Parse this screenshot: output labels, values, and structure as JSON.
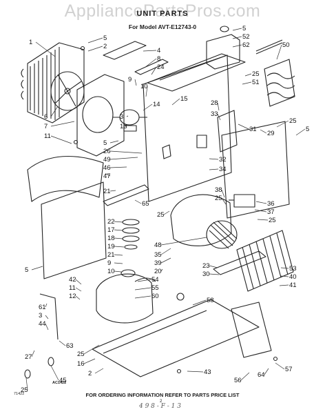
{
  "watermark": "AppliancePartsPros.com",
  "title": "UNIT PARTS",
  "model_line": "For Model  AVT-E12743-0",
  "footer": "FOR ORDERING INFORMATION REFER TO PARTS PRICE LIST",
  "page_number": "2",
  "handwritten_note": "4 9 8 - F - 1 3",
  "doc_code": "71422",
  "diagram_code": "AC1422",
  "callouts": [
    "1",
    "5",
    "2",
    "5",
    "52",
    "62",
    "50",
    "4",
    "8",
    "24",
    "25",
    "51",
    "9",
    "10",
    "14",
    "15",
    "6",
    "7",
    "28",
    "33",
    "31",
    "3",
    "13",
    "29",
    "25",
    "5",
    "5",
    "11",
    "26",
    "49",
    "46",
    "47",
    "32",
    "34",
    "21",
    "65",
    "38",
    "25",
    "25",
    "36",
    "37",
    "25",
    "22",
    "17",
    "18",
    "19",
    "21",
    "9",
    "10",
    "48",
    "35",
    "39",
    "20",
    "23",
    "30",
    "53",
    "40",
    "41",
    "42",
    "11",
    "12",
    "54",
    "55",
    "60",
    "61",
    "3",
    "44",
    "58",
    "63",
    "25",
    "16",
    "2",
    "27",
    "5",
    "25",
    "45",
    "43",
    "56",
    "64",
    "57",
    "25"
  ]
}
